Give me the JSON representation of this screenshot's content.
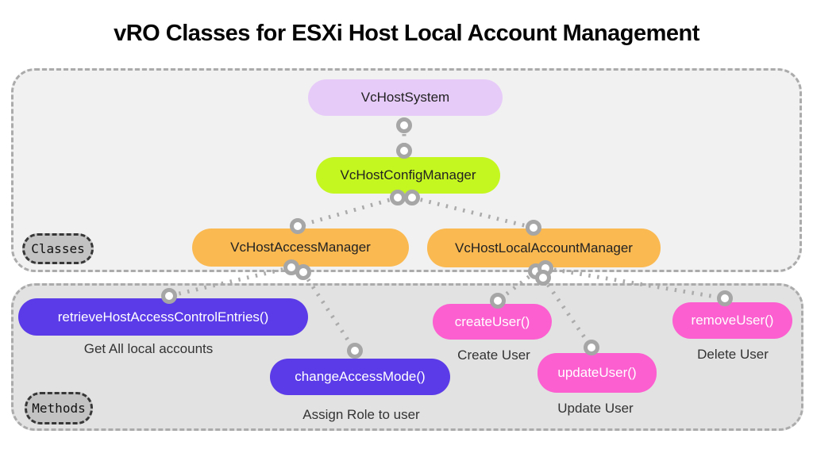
{
  "title": "vRO Classes for ESXi Host Local Account Management",
  "groups": {
    "classes_label": "Classes",
    "methods_label": "Methods"
  },
  "classes": {
    "vcHostSystem": {
      "label": "VcHostSystem",
      "color": "#e6cbf8"
    },
    "vcHostConfigManager": {
      "label": "VcHostConfigManager",
      "color": "#c4f620"
    },
    "vcHostAccessManager": {
      "label": "VcHostAccessManager",
      "color": "#fab951"
    },
    "vcHostLocalAccountManager": {
      "label": "VcHostLocalAccountManager",
      "color": "#fab951"
    }
  },
  "methods": {
    "retrieveHostAccessControlEntries": {
      "label": "retrieveHostAccessControlEntries()",
      "description": "Get All local accounts",
      "color": "#5b3be8"
    },
    "changeAccessMode": {
      "label": "changeAccessMode()",
      "description": "Assign Role to user",
      "color": "#5b3be8"
    },
    "createUser": {
      "label": "createUser()",
      "description": "Create User",
      "color": "#fb5fd0"
    },
    "updateUser": {
      "label": "updateUser()",
      "description": "Update User",
      "color": "#fb5fd0"
    },
    "removeUser": {
      "label": "removeUser()",
      "description": "Delete User",
      "color": "#fb5fd0"
    }
  },
  "palette": {
    "classes_container_fill": "#f2f1f1",
    "methods_container_fill": "#e2e2e2",
    "container_border": "#ababab",
    "group_label_fill": "#c3c3c3",
    "group_label_border": "#373737",
    "connector": "#ababab"
  }
}
